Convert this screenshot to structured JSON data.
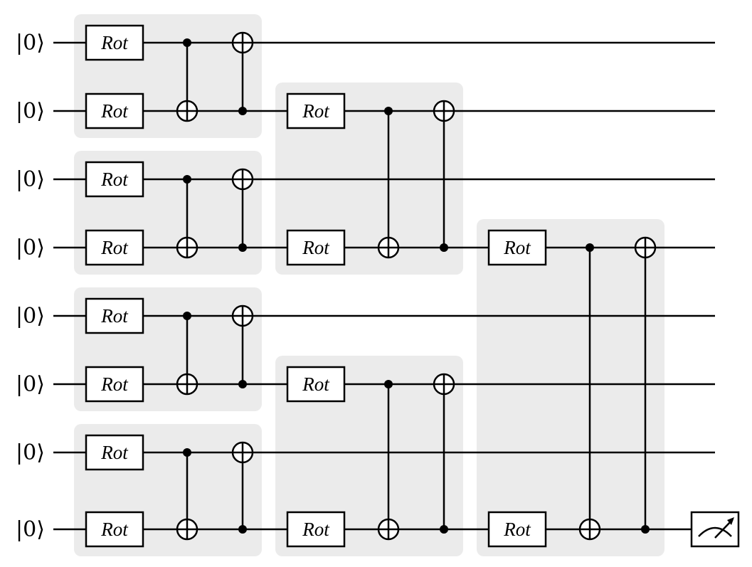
{
  "circuit": {
    "num_qubits": 8,
    "initial_state": "|0⟩",
    "initial_state_labels": [
      "|0⟩",
      "|0⟩",
      "|0⟩",
      "|0⟩",
      "|0⟩",
      "|0⟩",
      "|0⟩",
      "|0⟩"
    ],
    "gate_label": "Rot",
    "blocks": [
      {
        "layer": 1,
        "qubits": [
          0,
          1
        ],
        "rot": [
          0,
          1
        ],
        "cnots": [
          {
            "control": 0,
            "target": 1
          },
          {
            "control": 1,
            "target": 0
          }
        ]
      },
      {
        "layer": 1,
        "qubits": [
          2,
          3
        ],
        "rot": [
          2,
          3
        ],
        "cnots": [
          {
            "control": 2,
            "target": 3
          },
          {
            "control": 3,
            "target": 2
          }
        ]
      },
      {
        "layer": 1,
        "qubits": [
          4,
          5
        ],
        "rot": [
          4,
          5
        ],
        "cnots": [
          {
            "control": 4,
            "target": 5
          },
          {
            "control": 5,
            "target": 4
          }
        ]
      },
      {
        "layer": 1,
        "qubits": [
          6,
          7
        ],
        "rot": [
          6,
          7
        ],
        "cnots": [
          {
            "control": 6,
            "target": 7
          },
          {
            "control": 7,
            "target": 6
          }
        ]
      },
      {
        "layer": 2,
        "qubits": [
          1,
          3
        ],
        "rot": [
          1,
          3
        ],
        "cnots": [
          {
            "control": 1,
            "target": 3
          },
          {
            "control": 3,
            "target": 1
          }
        ]
      },
      {
        "layer": 2,
        "qubits": [
          5,
          7
        ],
        "rot": [
          5,
          7
        ],
        "cnots": [
          {
            "control": 5,
            "target": 7
          },
          {
            "control": 7,
            "target": 5
          }
        ]
      },
      {
        "layer": 3,
        "qubits": [
          3,
          7
        ],
        "rot": [
          3,
          7
        ],
        "cnots": [
          {
            "control": 3,
            "target": 7
          },
          {
            "control": 7,
            "target": 3
          }
        ]
      }
    ],
    "measured_qubit": 7
  }
}
